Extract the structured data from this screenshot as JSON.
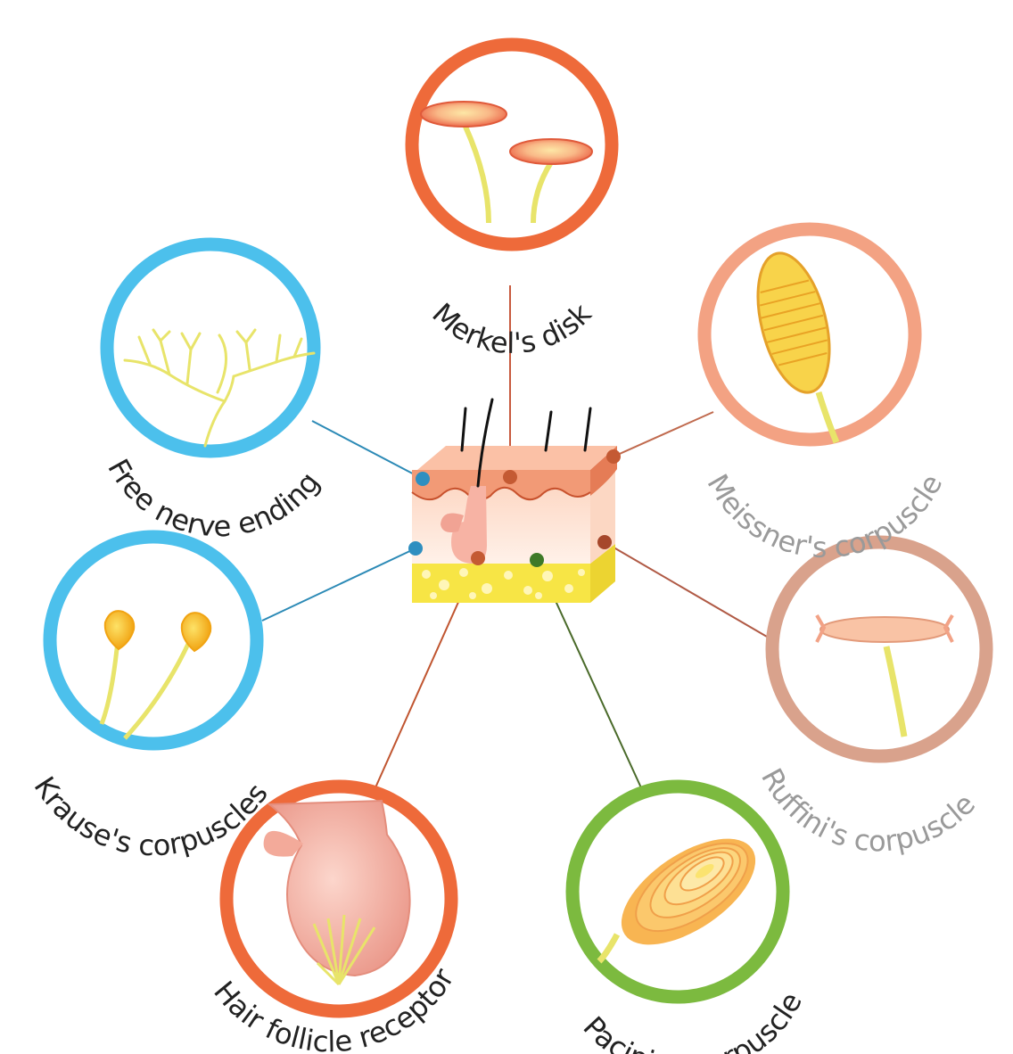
{
  "receptors": [
    {
      "id": "merkel",
      "label": "Merkel's disk",
      "color": "#ee6a3a",
      "label_color": "#222222"
    },
    {
      "id": "meissner",
      "label": "Meissner's corpuscle",
      "color": "#f3a283",
      "label_color": "#9a9a9a"
    },
    {
      "id": "ruffini",
      "label": "Ruffini's corpuscle",
      "color": "#d9a28c",
      "label_color": "#9a9a9a"
    },
    {
      "id": "pacinian",
      "label": "Pacinian corpuscle",
      "color": "#7cba3f",
      "label_color": "#222222"
    },
    {
      "id": "hair",
      "label": "Hair follicle receptor",
      "color": "#ee6a3a",
      "label_color": "#222222"
    },
    {
      "id": "krause",
      "label": "Krause's  corpuscles",
      "color": "#4cc0ec",
      "label_color": "#222222"
    },
    {
      "id": "free",
      "label": "Free nerve ending",
      "color": "#4cc0ec",
      "label_color": "#222222"
    }
  ],
  "colors": {
    "nerve": "#e8e46a",
    "epidermis": "#f29a76",
    "dermis": "#fde3d6",
    "fat": "#f7e545",
    "hair": "#111111"
  }
}
